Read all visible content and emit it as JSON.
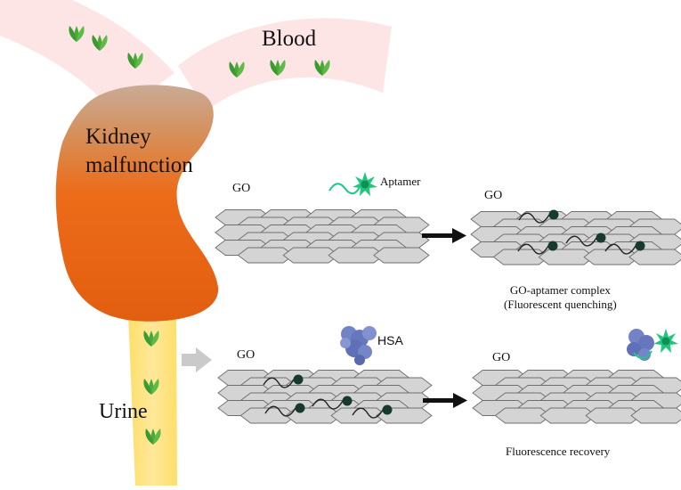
{
  "labels": {
    "blood": "Blood",
    "kidney": [
      "Kidney",
      "malfunction"
    ],
    "urine": "Urine",
    "go": "GO",
    "aptamer": "Aptamer",
    "hsa": "HSA",
    "complex_line1": "GO-aptamer complex",
    "complex_line2": "(Fluorescent quenching)",
    "recovery": "Fluorescence recovery"
  },
  "icons": {
    "protein": "leaf-shaped-protein-icon",
    "fluorophore": "green-star-fluorophore-icon",
    "hsa": "hsa-protein-cluster-icon"
  },
  "colors": {
    "blood_vessel": "#fde3e3",
    "kidney_top": "#c9a58a",
    "kidney_bottom": "#e96a18",
    "urine_tube": "#fde48a",
    "graphene_fill": "#d4d4d4",
    "graphene_stroke": "#6e6e6e",
    "fluorophore": "#1ec77c",
    "protein": "#4aa83a",
    "hsa": "#6d7ec2",
    "arrow": "#111111",
    "gray_arrow": "#c8c8c8"
  }
}
